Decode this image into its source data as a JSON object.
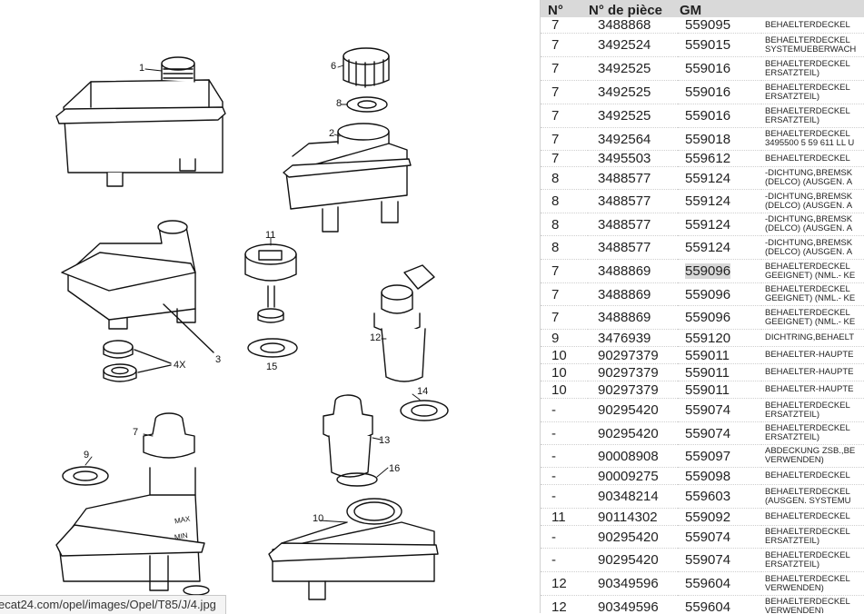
{
  "diagram": {
    "callouts": [
      "1",
      "6",
      "8",
      "2",
      "11",
      "12",
      "15",
      "4X",
      "3",
      "14",
      "7",
      "13",
      "16",
      "9",
      "10"
    ],
    "reservoir_marks": [
      "MAX",
      "MIN"
    ]
  },
  "statusbar": {
    "url": "ecat24.com/opel/images/Opel/T85/J/4.jpg"
  },
  "table": {
    "headers": [
      "N°",
      "N° de pièce",
      "GM",
      ""
    ],
    "rows": [
      {
        "no": "7",
        "part": "3488868",
        "gm": "559095",
        "desc": [
          "BEHAELTERDECKEL"
        ]
      },
      {
        "no": "7",
        "part": "3492524",
        "gm": "559015",
        "desc": [
          "BEHAELTERDECKEL",
          "SYSTEMUEBERWACH"
        ]
      },
      {
        "no": "7",
        "part": "3492525",
        "gm": "559016",
        "desc": [
          "BEHAELTERDECKEL",
          "ERSATZTEIL)"
        ]
      },
      {
        "no": "7",
        "part": "3492525",
        "gm": "559016",
        "desc": [
          "BEHAELTERDECKEL",
          "ERSATZTEIL)"
        ]
      },
      {
        "no": "7",
        "part": "3492525",
        "gm": "559016",
        "desc": [
          "BEHAELTERDECKEL",
          "ERSATZTEIL)"
        ]
      },
      {
        "no": "7",
        "part": "3492564",
        "gm": "559018",
        "desc": [
          "BEHAELTERDECKEL",
          "3495500 5 59 611 LL U"
        ]
      },
      {
        "no": "7",
        "part": "3495503",
        "gm": "559612",
        "desc": [
          "BEHAELTERDECKEL"
        ]
      },
      {
        "no": "8",
        "part": "3488577",
        "gm": "559124",
        "desc": [
          "-DICHTUNG,BREMSK",
          "(DELCO) (AUSGEN. A"
        ]
      },
      {
        "no": "8",
        "part": "3488577",
        "gm": "559124",
        "desc": [
          "-DICHTUNG,BREMSK",
          "(DELCO) (AUSGEN. A"
        ]
      },
      {
        "no": "8",
        "part": "3488577",
        "gm": "559124",
        "desc": [
          "-DICHTUNG,BREMSK",
          "(DELCO) (AUSGEN. A"
        ]
      },
      {
        "no": "8",
        "part": "3488577",
        "gm": "559124",
        "desc": [
          "-DICHTUNG,BREMSK",
          "(DELCO) (AUSGEN. A"
        ]
      },
      {
        "no": "7",
        "part": "3488869",
        "gm": "559096",
        "desc": [
          "BEHAELTERDECKEL",
          "GEEIGNET) (NML.- KE"
        ],
        "gm_selected": true
      },
      {
        "no": "7",
        "part": "3488869",
        "gm": "559096",
        "desc": [
          "BEHAELTERDECKEL",
          "GEEIGNET) (NML.- KE"
        ]
      },
      {
        "no": "7",
        "part": "3488869",
        "gm": "559096",
        "desc": [
          "BEHAELTERDECKEL",
          "GEEIGNET) (NML.- KE"
        ]
      },
      {
        "no": "9",
        "part": "3476939",
        "gm": "559120",
        "desc": [
          "DICHTRING,BEHAELT"
        ]
      },
      {
        "no": "10",
        "part": "90297379",
        "gm": "559011",
        "desc": [
          "BEHAELTER-HAUPTE"
        ]
      },
      {
        "no": "10",
        "part": "90297379",
        "gm": "559011",
        "desc": [
          "BEHAELTER-HAUPTE"
        ]
      },
      {
        "no": "10",
        "part": "90297379",
        "gm": "559011",
        "desc": [
          "BEHAELTER-HAUPTE"
        ]
      },
      {
        "no": "-",
        "part": "90295420",
        "gm": "559074",
        "desc": [
          "BEHAELTERDECKEL",
          "ERSATZTEIL)"
        ]
      },
      {
        "no": "-",
        "part": "90295420",
        "gm": "559074",
        "desc": [
          "BEHAELTERDECKEL",
          "ERSATZTEIL)"
        ]
      },
      {
        "no": "-",
        "part": "90008908",
        "gm": "559097",
        "desc": [
          "ABDECKUNG ZSB.,BE",
          "VERWENDEN)"
        ]
      },
      {
        "no": "-",
        "part": "90009275",
        "gm": "559098",
        "desc": [
          "BEHAELTERDECKEL"
        ]
      },
      {
        "no": "-",
        "part": "90348214",
        "gm": "559603",
        "desc": [
          "BEHAELTERDECKEL",
          "(AUSGEN. SYSTEMU"
        ]
      },
      {
        "no": "11",
        "part": "90114302",
        "gm": "559092",
        "desc": [
          "BEHAELTERDECKEL"
        ]
      },
      {
        "no": "-",
        "part": "90295420",
        "gm": "559074",
        "desc": [
          "BEHAELTERDECKEL",
          "ERSATZTEIL)"
        ]
      },
      {
        "no": "-",
        "part": "90295420",
        "gm": "559074",
        "desc": [
          "BEHAELTERDECKEL",
          "ERSATZTEIL)"
        ]
      },
      {
        "no": "12",
        "part": "90349596",
        "gm": "559604",
        "desc": [
          "BEHAELTERDECKEL",
          "VERWENDEN)"
        ]
      },
      {
        "no": "12",
        "part": "90349596",
        "gm": "559604",
        "desc": [
          "BEHAELTERDECKEL",
          "VERWENDEN)"
        ]
      }
    ]
  }
}
